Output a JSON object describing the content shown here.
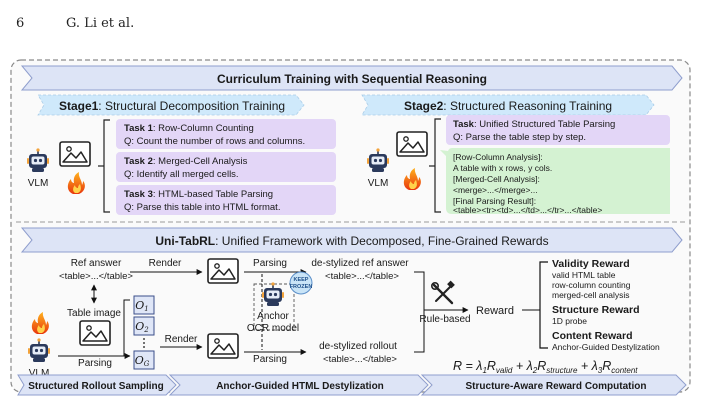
{
  "page_header": {
    "page_number": "6",
    "authors": "G. Li et al."
  },
  "top": {
    "title": "Curriculum Training with Sequential Reasoning",
    "stage1": {
      "label_bold": "Stage1",
      "label_rest": ": Structural Decomposition Training",
      "vlm": "VLM",
      "tasks": [
        {
          "num": "Task 1",
          "title": ": Row-Column Counting",
          "q": "Q: Count the number of rows and columns."
        },
        {
          "num": "Task 2",
          "title": ": Merged-Cell Analysis",
          "q": "Q: Identify all merged cells."
        },
        {
          "num": "Task 3",
          "title": ": HTML-based Table Parsing",
          "q": "Q: Parse this table into HTML format."
        }
      ]
    },
    "stage2": {
      "label_bold": "Stage2",
      "label_rest": ": Structured Reasoning Training",
      "vlm": "VLM",
      "task": {
        "num": "Task",
        "title": ": Unified Structured Table Parsing",
        "q": "Q: Parse the table step by step."
      },
      "answer_lines": [
        "[Row-Column Analysis]:",
        "A table with x rows, y cols.",
        "[Merged-Cell Analysis]:",
        "<merge>...</merge>...",
        "[Final Parsing Result]:",
        "<table><tr><td>...</td>...</tr>...</table>"
      ]
    }
  },
  "bottom": {
    "title_bold": "Uni-TabRL",
    "title_rest": ": Unified Framework with Decomposed, Fine-Grained Rewards",
    "ref_answer": "Ref answer",
    "ref_table": "<table>...</table>",
    "table_image": "Table image",
    "vlm": "VLM",
    "parsing": "Parsing",
    "render": "Render",
    "outputs": [
      "O",
      "O",
      "O"
    ],
    "output_subs": [
      "1",
      "2",
      "G"
    ],
    "anchor": "Anchor",
    "ocr_model": "OCR model",
    "keep_frozen": [
      "KEEP",
      "FROZEN"
    ],
    "destylized_ref": "de-stylized ref answer",
    "destylized_ref_table": "<table>...</table>",
    "destylized_rollout": "de-stylized rollout",
    "destylized_rollout_table": "<table>...</table>",
    "rule_based": "Rule-based",
    "reward": "Reward",
    "validity": {
      "title": "Validity Reward",
      "items": [
        "valid HTML table",
        "row-column counting",
        "merged-cell analysis"
      ]
    },
    "structure": {
      "title": "Structure Reward",
      "items": [
        "1D probe"
      ]
    },
    "content": {
      "title": "Content Reward",
      "items": [
        "Anchor-Guided Destylization"
      ]
    },
    "formula": "R = λ1R_valid + λ2R_structure + λ3R_content",
    "sections": [
      "Structured Rollout Sampling",
      "Anchor-Guided HTML Destylization",
      "Structure-Aware Reward Computation"
    ]
  },
  "colors": {
    "banner": "#dde4f6",
    "banner_stroke": "#8f9ecd",
    "stage": "#cfe9fb",
    "task": "#e3d6f7",
    "answer": "#d4f2d2",
    "panel_border": "#808080",
    "text": "#1a1a1a"
  }
}
